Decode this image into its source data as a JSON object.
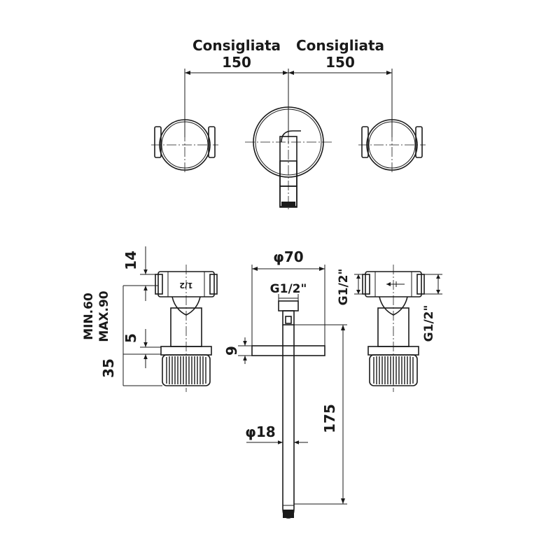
{
  "top_view": {
    "dim_left_label": "Consigliata",
    "dim_left_value": "150",
    "dim_right_label": "Consigliata",
    "dim_right_value": "150"
  },
  "front_view": {
    "tap_left_dims": {
      "top": "14",
      "min": "MIN.60",
      "max": "MAX.90",
      "gap": "5",
      "base": "35"
    },
    "tap_left_marking": "1/2",
    "spout": {
      "flange_diameter": "φ70",
      "thread": "G1/2\"",
      "flange_thickness": "9",
      "length": "175",
      "pipe_diameter": "φ18"
    },
    "tap_right_dims": {
      "thread_a": "G1/2\"",
      "thread_b": "G1/2\""
    }
  },
  "colors": {
    "line": "#1a1a1a",
    "background": "#ffffff"
  }
}
